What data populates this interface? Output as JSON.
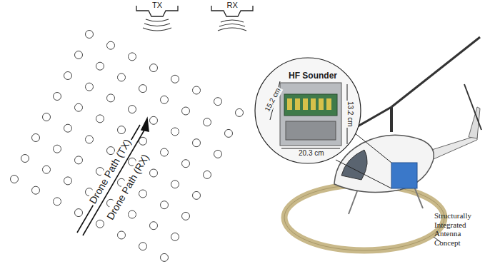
{
  "diagram": {
    "nodes": [
      {
        "text": [
          "TX"
        ]
      },
      {
        "text": [
          "RX"
        ]
      },
      {
        "text": [
          "HF Sounder",
          "15.2 cm",
          "13.2 cm",
          "20.3 cm"
        ]
      }
    ],
    "labels": [
      "Drone Path (TX)",
      "Drone Path (RX)",
      "Structurally Integrated Antenna Concept"
    ]
  }
}
